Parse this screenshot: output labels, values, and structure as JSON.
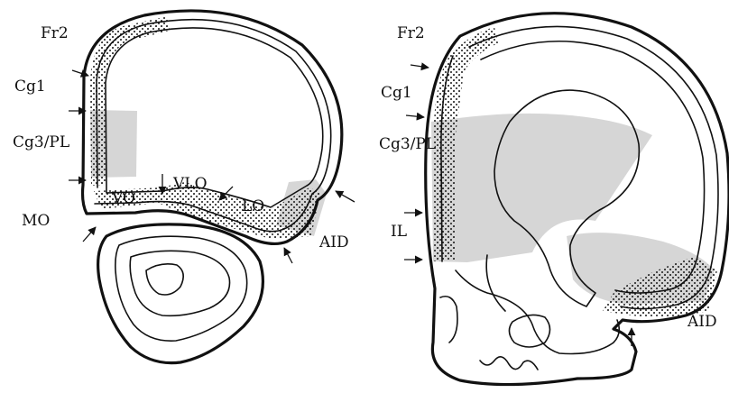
{
  "left_section": {
    "labels": {
      "fr2": "Fr2",
      "cg1": "Cg1",
      "cg3pl": "Cg3/PL",
      "mo": "MO",
      "vo": "VO",
      "vlo": "VLO",
      "lo": "LO",
      "aid": "AID"
    }
  },
  "right_section": {
    "labels": {
      "fr2": "Fr2",
      "cg1": "Cg1",
      "cg3pl": "Cg3/PL",
      "il": "IL",
      "aid": "AID"
    }
  },
  "colors": {
    "ink": "#111111",
    "shade": "#d6d6d6",
    "background": "#ffffff"
  }
}
